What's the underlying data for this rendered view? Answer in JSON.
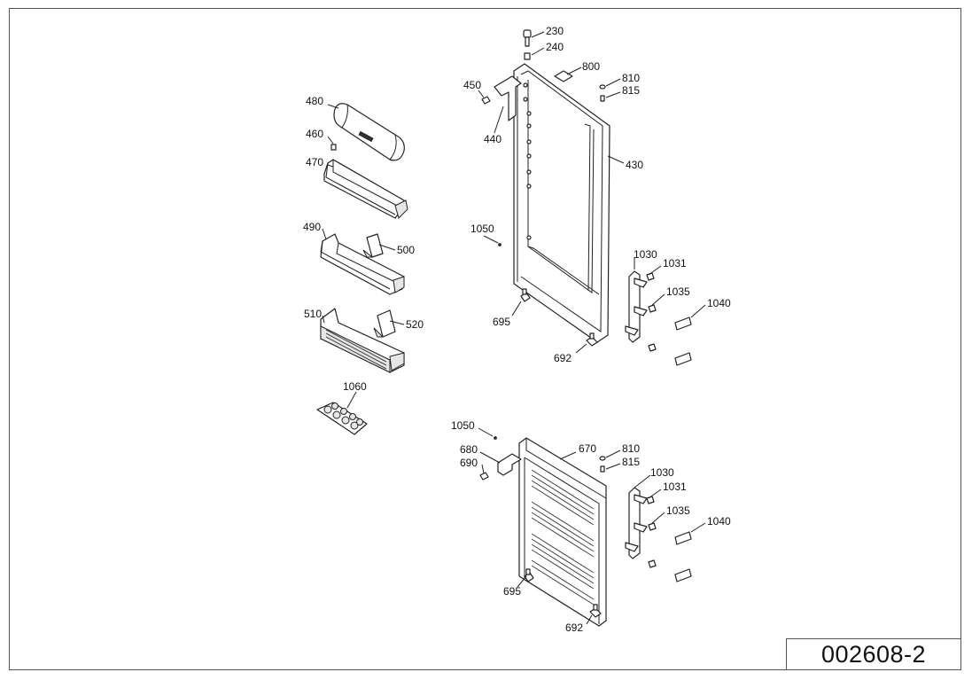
{
  "drawing_code": "002608-2",
  "labels": {
    "l230": "230",
    "l240": "240",
    "l800": "800",
    "l810a": "810",
    "l815a": "815",
    "l450": "450",
    "l440": "440",
    "l430": "430",
    "l480": "480",
    "l460": "460",
    "l470": "470",
    "l490": "490",
    "l500": "500",
    "l510": "510",
    "l520": "520",
    "l1060": "1060",
    "l1050a": "1050",
    "l695a": "695",
    "l692a": "692",
    "l1030a": "1030",
    "l1031a": "1031",
    "l1035a": "1035",
    "l1040a": "1040",
    "l1050b": "1050",
    "l680": "680",
    "l690": "690",
    "l670": "670",
    "l810b": "810",
    "l815b": "815",
    "l1030b": "1030",
    "l1031b": "1031",
    "l1035b": "1035",
    "l1040b": "1040",
    "l695b": "695",
    "l692b": "692"
  }
}
